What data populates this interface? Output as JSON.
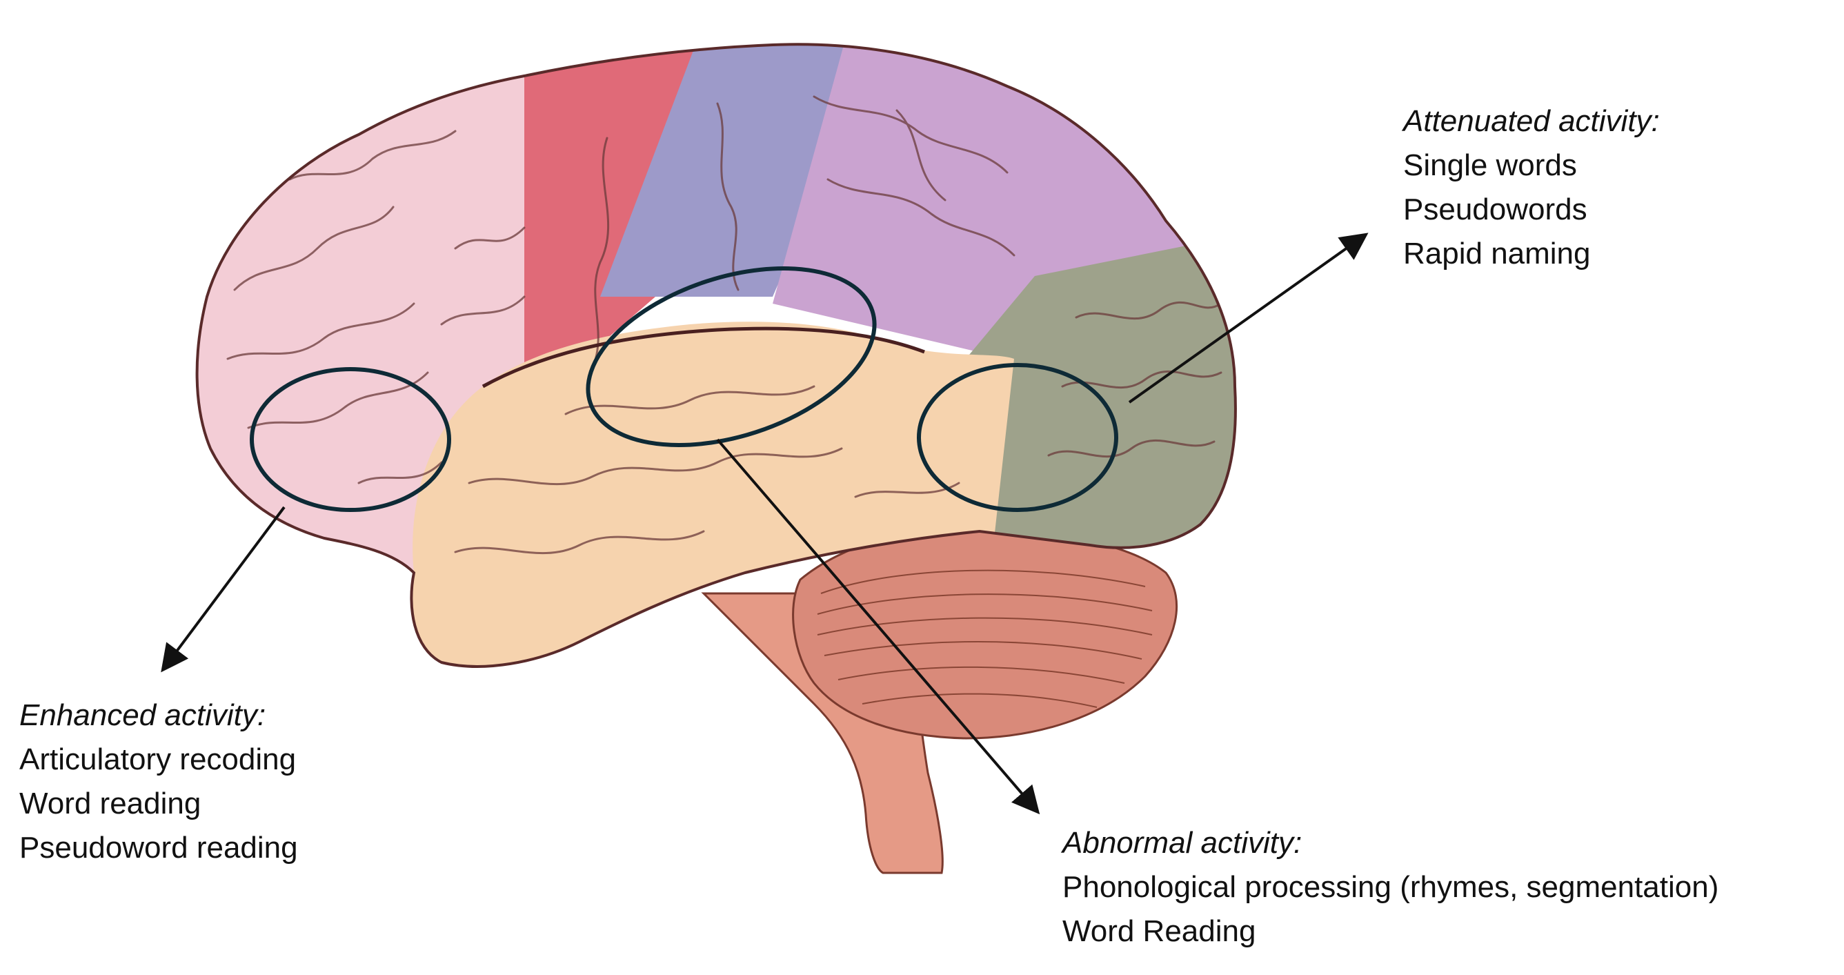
{
  "annotations": {
    "attenuated": {
      "heading": "Attenuated activity:",
      "items": [
        "Single words",
        "Pseudowords",
        "Rapid naming"
      ]
    },
    "enhanced": {
      "heading": "Enhanced activity:",
      "items": [
        "Articulatory recoding",
        "Word reading",
        "Pseudoword reading"
      ]
    },
    "abnormal": {
      "heading": "Abnormal activity:",
      "items": [
        "Phonological processing (rhymes, segmentation)",
        "Word Reading"
      ]
    }
  },
  "colors": {
    "frontal_lobe": "#f3cdd6",
    "motor_cortex": "#e06a78",
    "somatosensory_cortex": "#9d9ac9",
    "parietal_lobe": "#caa3d0",
    "temporal_lobe": "#f6d3ae",
    "occipital_lobe": "#9ea28b",
    "cerebellum": "#d98a7a",
    "brainstem": "#e59a86",
    "highlight_ellipse": "#0e2a36",
    "arrow": "#111111"
  }
}
